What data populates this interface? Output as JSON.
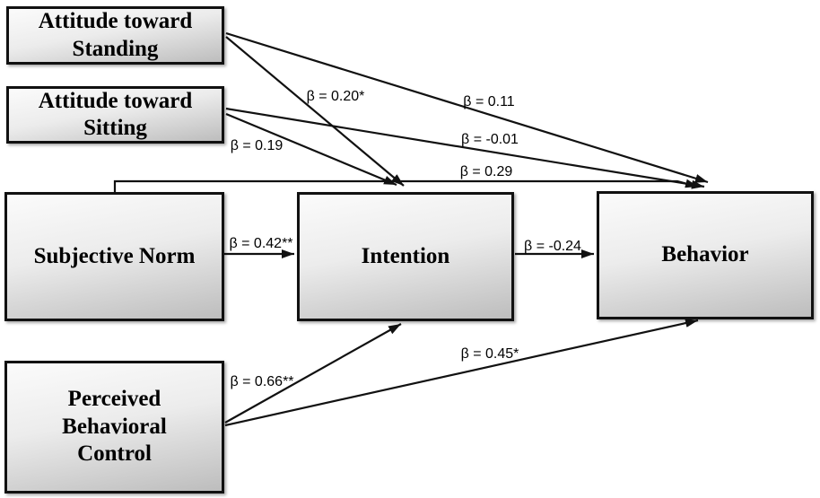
{
  "background": "#ffffff",
  "colors": {
    "box_fill_top": "#fbfbfb",
    "box_fill_bottom": "#bdbdbd",
    "box_border": "#111111",
    "arrow": "#111111",
    "text": "#000000"
  },
  "nodes": {
    "attitude_standing": {
      "line1": "Attitude toward",
      "line2": "Standing"
    },
    "attitude_sitting": {
      "line1": "Attitude toward",
      "line2": "Sitting"
    },
    "subjective_norm": {
      "label": "Subjective Norm"
    },
    "intention": {
      "label": "Intention"
    },
    "behavior": {
      "label": "Behavior"
    },
    "perceived_behavioral_control": {
      "line1": "Perceived",
      "line2": "Behavioral",
      "line3": "Control"
    }
  },
  "paths": [
    {
      "from": "Attitude toward Standing",
      "to": "Intention",
      "label": "β = 0.20*"
    },
    {
      "from": "Attitude toward Standing",
      "to": "Behavior",
      "label": "β = 0.11"
    },
    {
      "from": "Attitude toward Sitting",
      "to": "Intention",
      "label": "β = 0.19"
    },
    {
      "from": "Attitude toward Sitting",
      "to": "Behavior",
      "label": "β = -0.01"
    },
    {
      "from": "Subjective Norm",
      "to": "Intention",
      "label": "β = 0.42**"
    },
    {
      "from": "Subjective Norm",
      "to": "Behavior",
      "label": "β = 0.29"
    },
    {
      "from": "Intention",
      "to": "Behavior",
      "label": "β = -0.24"
    },
    {
      "from": "Perceived Behavioral Control",
      "to": "Intention",
      "label": "β = 0.66**"
    },
    {
      "from": "Perceived Behavioral Control",
      "to": "Behavior",
      "label": "β = 0.45*"
    }
  ]
}
